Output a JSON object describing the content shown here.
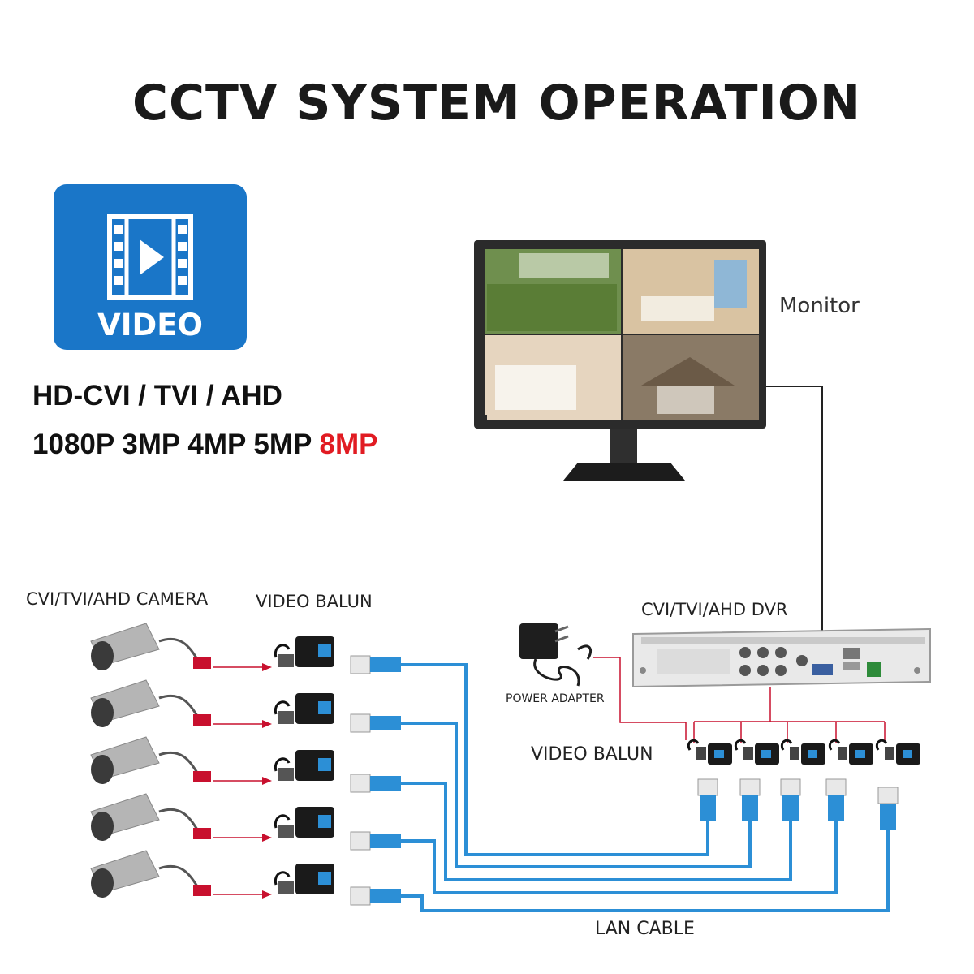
{
  "title": "CCTV SYSTEM OPERATION",
  "badge": {
    "label": "VIDEO",
    "icon": "video-play-icon",
    "color": "#1a76c8"
  },
  "formats": "HD-CVI / TVI / AHD",
  "resolutions": {
    "normal": "1080P 3MP 4MP 5MP",
    "highlight": "8MP",
    "highlight_color": "#e11b22"
  },
  "labels": {
    "monitor": "Monitor",
    "camera": "CVI/TVI/AHD CAMERA",
    "balun_left": "VIDEO BALUN",
    "dvr": "CVI/TVI/AHD DVR",
    "power_adapter": "POWER ADAPTER",
    "balun_right": "VIDEO BALUN",
    "lan_cable": "LAN CABLE"
  },
  "colors": {
    "lan_cable": "#2c8fd6",
    "signal_wire": "#c8102e",
    "monitor_wire": "#222222"
  }
}
